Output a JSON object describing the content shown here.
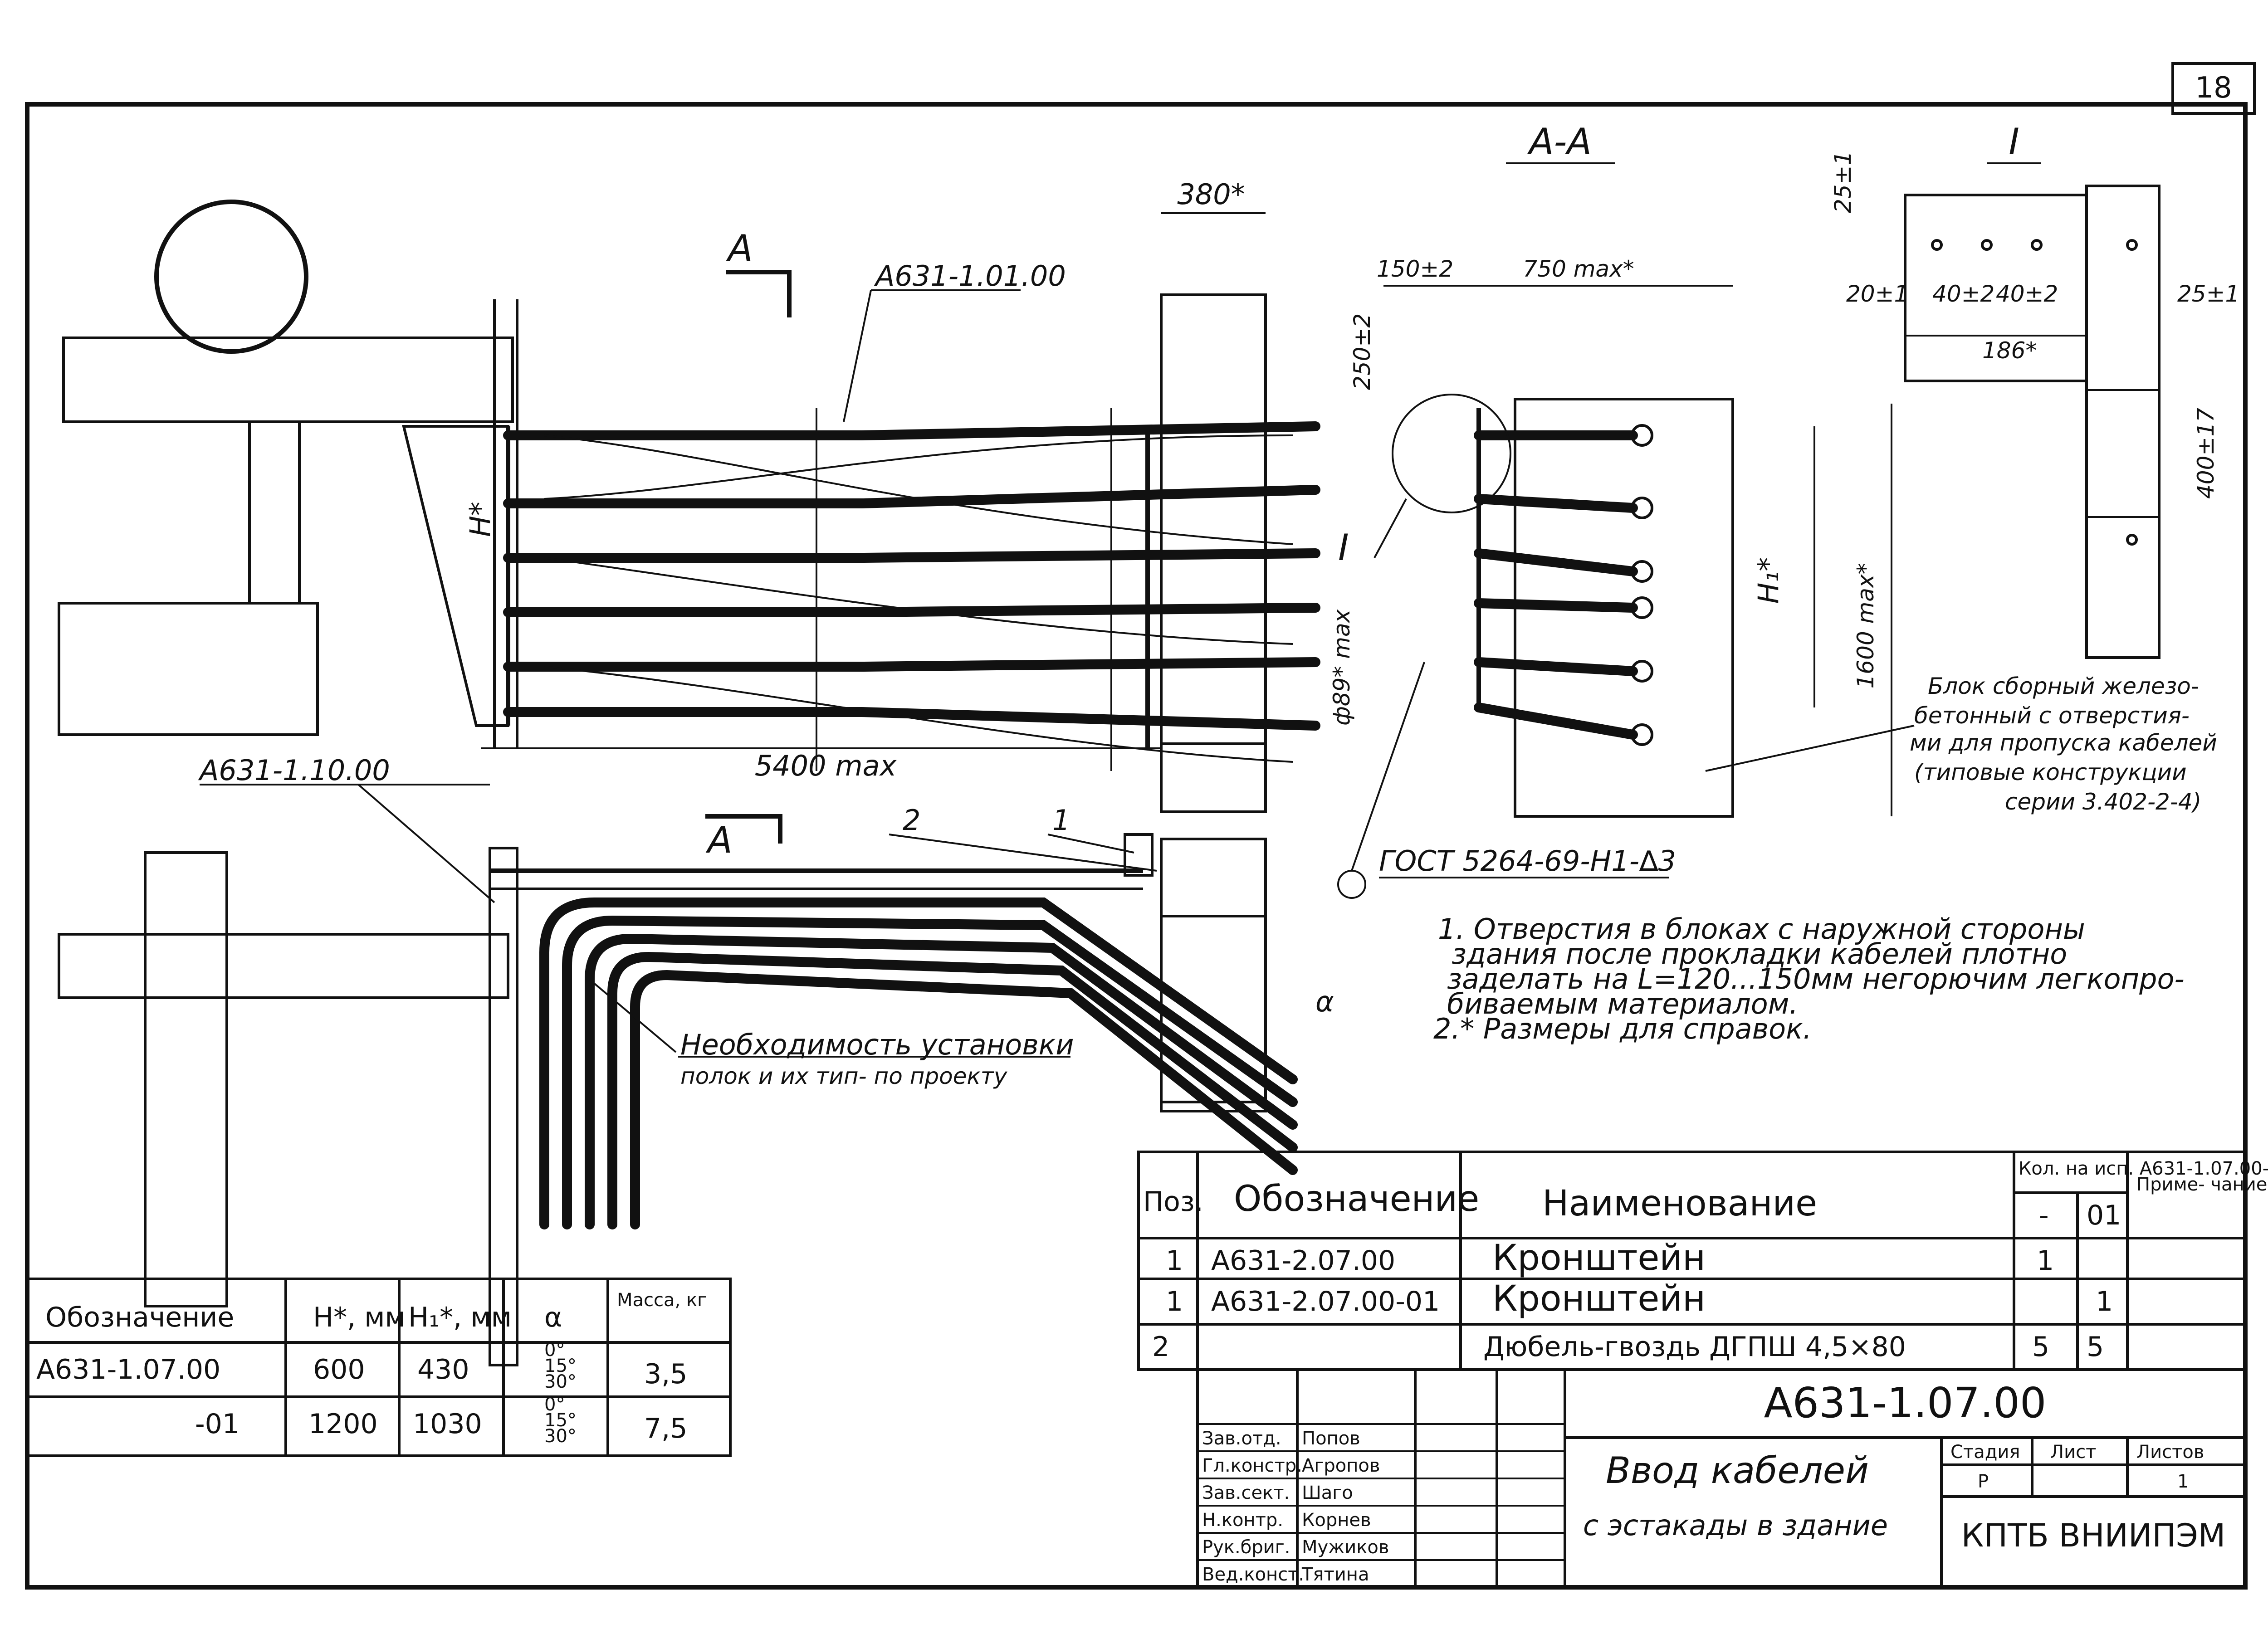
{
  "sheet_number": "18",
  "views": {
    "section_title": "А-А",
    "detail_title": "I",
    "section_mark": "А",
    "detail_mark": "I"
  },
  "callouts": {
    "bracket_assembly": "А631-1.01.00",
    "bracket_top": "А631-1.10.00",
    "pos_1": "1",
    "pos_2": "2",
    "weld": "ГОСТ 5264-69-Н1-∆3",
    "shelves_line1": "Необходимость установки",
    "shelves_line2": "полок и их тип- по проекту"
  },
  "dimensions": {
    "wall": "380*",
    "length": "5400 max",
    "height_h": "H*",
    "pipe_dia": "ф89* max",
    "offset": "150±2",
    "width": "750 max*",
    "top": "250±2",
    "height_h1": "H₁*",
    "height_max": "1600 max*",
    "d_25": "25±1",
    "d_20": "20±1",
    "d_40a": "40±2",
    "d_40b": "40±2",
    "d_186": "186*",
    "d_25b": "25±1",
    "d_400": "400±17",
    "angle": "α"
  },
  "block_note": [
    "Блок сборный железо-",
    "бетонный с отверстия-",
    "ми для пропуска кабелей",
    "(типовые конструкции",
    "серии 3.402-2-4)"
  ],
  "notes": [
    "1. Отверстия в блоках с наружной стороны",
    "здания после прокладки кабелей плотно",
    "заделать на L=120...150мм негорючим легкопро-",
    "биваемым материалом.",
    "2.* Размеры для справок."
  ],
  "variants_table": {
    "headers": [
      "Обозначение",
      "H*, мм",
      "H₁*, мм",
      "α",
      "Масса, кг"
    ],
    "rows": [
      {
        "designation": "А631-1.07.00",
        "h": "600",
        "h1": "430",
        "angles": [
          "0°",
          "15°",
          "30°"
        ],
        "mass": "3,5"
      },
      {
        "designation": "-01",
        "h": "1200",
        "h1": "1030",
        "angles": [
          "0°",
          "15°",
          "30°"
        ],
        "mass": "7,5"
      }
    ]
  },
  "spec_table": {
    "headers": {
      "pos": "Поз.",
      "designation": "Обозначение",
      "name": "Наименование",
      "qty": "Кол. на исп. А631-1.07.00-",
      "qty_a": "-",
      "qty_b": "01",
      "note": "Приме- чание"
    },
    "rows": [
      {
        "pos": "1",
        "designation": "А631-2.07.00",
        "name": "Кронштейн",
        "qty_a": "1",
        "qty_b": ""
      },
      {
        "pos": "1",
        "designation": "А631-2.07.00-01",
        "name": "Кронштейн",
        "qty_a": "",
        "qty_b": "1"
      },
      {
        "pos": "2",
        "designation": "",
        "name": "Дюбель-гвоздь ДГПШ 4,5×80",
        "qty_a": "5",
        "qty_b": "5"
      }
    ]
  },
  "title_block": {
    "code": "А631-1.07.00",
    "title_line1": "Ввод кабелей",
    "title_line2": "с эстакады в здание",
    "stage_label": "Стадия",
    "sheet_label": "Лист",
    "sheets_label": "Листов",
    "stage": "Р",
    "sheets": "1",
    "org": "КПТБ ВНИИПЭМ",
    "signers": [
      {
        "role": "Зав.отд.",
        "name": "Попов"
      },
      {
        "role": "Гл.констр.",
        "name": "Агропов"
      },
      {
        "role": "Зав.сект.",
        "name": "Шаго"
      },
      {
        "role": "Н.контр.",
        "name": "Корнев"
      },
      {
        "role": "Рук.бриг.",
        "name": "Мужиков"
      },
      {
        "role": "Вед.конст.",
        "name": "Тятина"
      }
    ]
  }
}
